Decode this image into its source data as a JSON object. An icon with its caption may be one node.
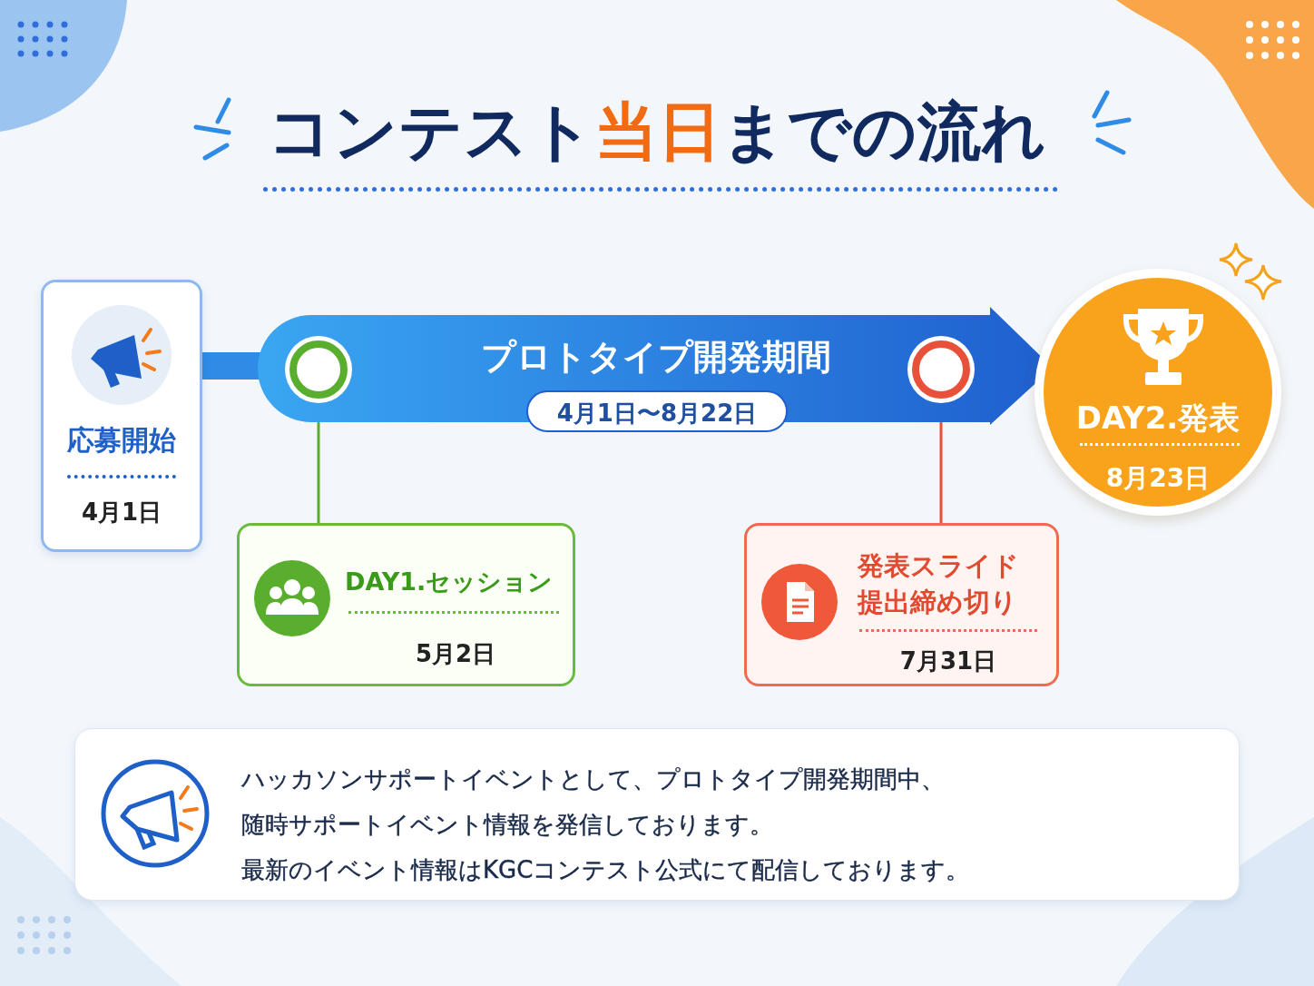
{
  "diagram": {
    "title": "コンテスト**当日**までの流れ",
    "nodes": [
      {
        "text": [
          "応募開始",
          "4月1日"
        ]
      },
      {
        "text": [
          "プロトタイプ開発期間",
          "4月1日〜8月22日"
        ]
      },
      {
        "text": [],
        "shape": "circle",
        "in": 1
      },
      {
        "text": [],
        "shape": "circle",
        "in": 1
      },
      {
        "text": [
          "DAY1.セッション",
          "5月2日"
        ]
      },
      {
        "text": [
          "発表スライド提出締め切り",
          "7月31日"
        ]
      },
      {
        "text": [
          "DAY2.発表",
          "8月23日"
        ]
      },
      {
        "text": [
          "ハッカソンサポートイベントとして、プロトタイプ開発期間中、随時サポートイベント情報を発信しております。",
          "最新のイベント情報はKGCコンテスト公式にて配信しております。"
        ]
      }
    ],
    "edges": [
      {
        "from": 0,
        "to": 1,
        "arrow": "none",
        "style": "thick"
      },
      {
        "from": 2,
        "to": 4,
        "arrow": "none",
        "color": "#5aae2e"
      },
      {
        "from": 3,
        "to": 5,
        "arrow": "none",
        "color": "#e8503a"
      }
    ]
  }
}
